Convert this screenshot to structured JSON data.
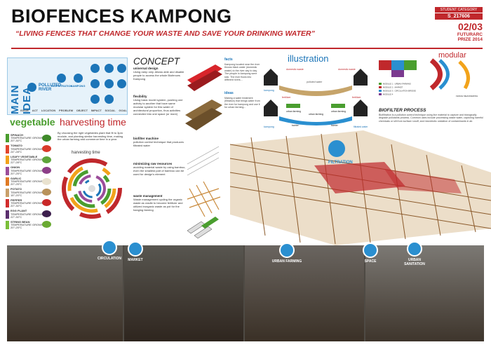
{
  "header": {
    "title": "BIOFENCES KAMPONG",
    "subtitle": "“LIVING FENCES THAT CHANGE YOUR WASTE AND SAVE YOUR DRINKING WATER”",
    "category_label": "STUDENT CATEGORY",
    "code": "S_217606",
    "page": "02/03",
    "prize": [
      "FUTURARC",
      "PRIZE 2014"
    ]
  },
  "main_idea": {
    "title": "MAIN IDEA",
    "left_nodes": [
      "POLLUTED",
      "RIVER"
    ],
    "nodes": [
      "BIOFILTRATION",
      "KAMPONG",
      "",
      "",
      "",
      "",
      ""
    ],
    "bottom_labels": [
      "ISSUE",
      "ACT",
      "LOCATION",
      "PROBLEM",
      "OBJECT",
      "IMPACT",
      "SOCIAL",
      "GOAL"
    ]
  },
  "vegetable": {
    "title": "vegetable",
    "items": [
      {
        "name": "SPINACH",
        "temp": "TEMPERATURE GROWS",
        "range": "20°-30°C",
        "color": "#4a9e2f"
      },
      {
        "name": "TOMATO",
        "temp": "TEMPERATURE GROWS",
        "range": "24°-28°C",
        "color": "#e2452e"
      },
      {
        "name": "LEAFY VEGETABLE",
        "temp": "TEMPERATURE GROWS",
        "range": "22°-28°C",
        "color": "#f2a31b"
      },
      {
        "name": "ONION",
        "temp": "TEMPERATURE GROWS",
        "range": "20°-25°C",
        "color": "#9b4d9a"
      },
      {
        "name": "GARLIC",
        "temp": "TEMPERATURE GROWS",
        "range": "20°-25°C",
        "color": "#e07a24"
      },
      {
        "name": "POTATO",
        "temp": "TEMPERATURE GROWS",
        "range": "15°-20°C",
        "color": "#c9a06a"
      },
      {
        "name": "PEPPER",
        "temp": "TEMPERATURE GROWS",
        "range": "20°-30°C",
        "color": "#d22d2d"
      },
      {
        "name": "EGG PLANT",
        "temp": "TEMPERATURE GROWS",
        "range": "22°-30°C",
        "color": "#5b2f6e"
      },
      {
        "name": "STRING BEAN",
        "temp": "TEMPERATURE GROWS",
        "range": "20°-25°C",
        "color": "#7bbf3a"
      }
    ]
  },
  "harvesting": {
    "title": "harvesting time",
    "text": "By choosing the right vegetables plant that fit to 3pm module, and planting similar harvesting time, making the urban farming and commerce time in a year.",
    "ring_label": "harvesting time"
  },
  "concept": {
    "title": "CONCEPT",
    "items": [
      {
        "label": "universal design",
        "text": "Using ramp only. Allows able and disable people to access the whole Biofences Kampong"
      },
      {
        "label": "flexibility",
        "text": "Using basic model system, pushing one activity to another that have same modular system for this water of architectural proportion, thus activities connected into one space (or more)"
      },
      {
        "label": "biofilter machine",
        "text": "pollution control technique that produces filtrated water"
      },
      {
        "label": "minimizing raw resources",
        "text": "avoiding material waste by using bamboo, even the smallest part of bamboo can be used for design's element"
      },
      {
        "label": "waste management",
        "text": "Waste management cycling the organic waste as cradle to become fertilizer and utilized inorganic waste as pot for the hanging farming"
      }
    ]
  },
  "facts": {
    "title": "facts",
    "text": "Kampong located near the river throws black water (domestic waste) to the river day to day. The people in kampong were sick. The river flows into different rivers...",
    "ideas_title": "ideas",
    "ideas_text": "Making a water treatment (filtration) that brings water from the river for kampong and use it for urban farming..."
  },
  "illustration": {
    "title": "illustration",
    "labels": [
      "domestic waste",
      "polluted water",
      "domestic waste",
      "kampong",
      "fertilizer",
      "urban farming",
      "fertilizer",
      "urban farming",
      "kampong",
      "barrier",
      "urban farming",
      "barrier",
      "filtrated water"
    ]
  },
  "modular": {
    "title": "modular",
    "legend": [
      "MODULE 1 : URBAN FARMING",
      "MODULE 2 : MARKET",
      "MODULE 3 : CIRCULATION BRIDGE",
      "MODULE 4"
    ],
    "note": "FENCE MEANDERING"
  },
  "biofilter": {
    "title": "BIOFILTER PROCESS",
    "text": "Biofiltration is a pollution control technique using live material to capture and biologically degrade pollutants process. Common uses include processing waste water, capturing harmful chemicals or silt from surface runoff, and microbiotic oxidation of contaminants in air."
  },
  "perspective": {
    "filtration_label": "FILTRATION"
  },
  "photos": {
    "labels": [
      "CIRCULATION",
      "MARKET",
      "URBAN FARMING",
      "SPACE",
      "URBAN SANITATION"
    ]
  }
}
